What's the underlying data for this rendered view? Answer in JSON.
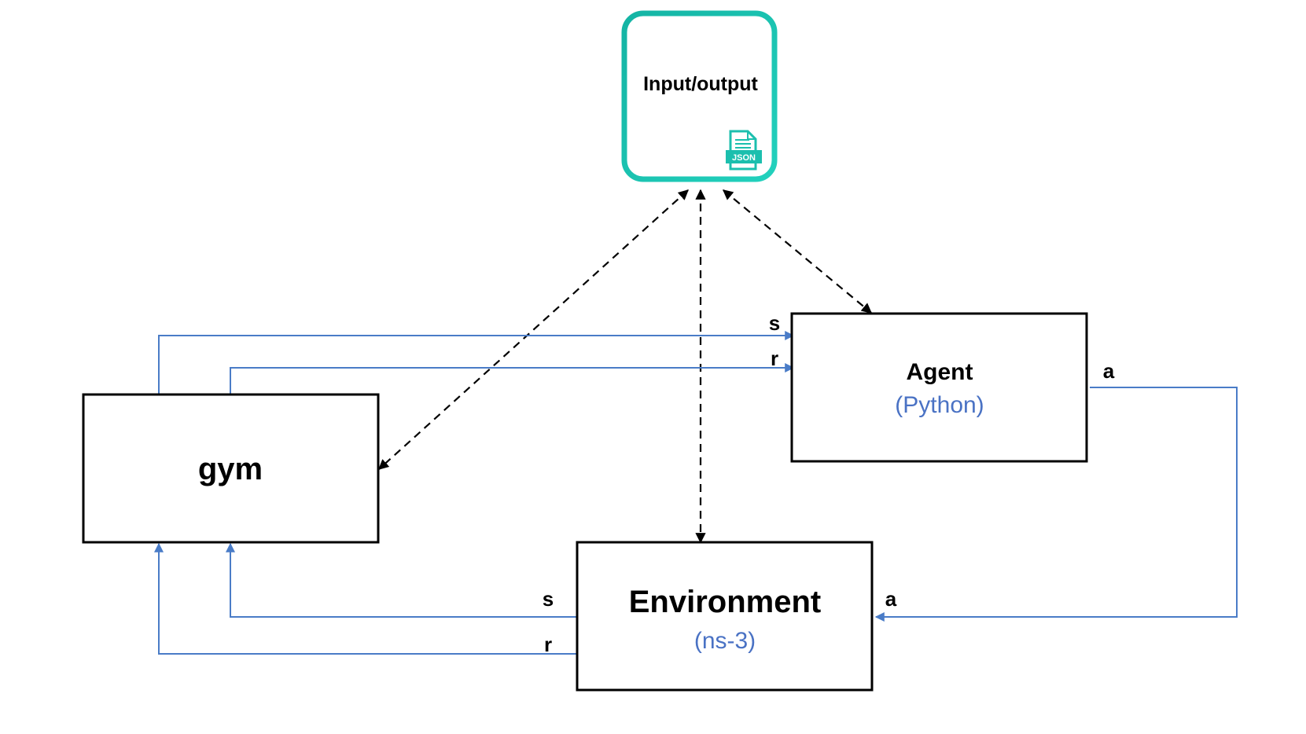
{
  "nodes": {
    "io": {
      "label": "Input/output",
      "icon": "json-file-icon",
      "icon_label": "JSON"
    },
    "gym": {
      "label": "gym"
    },
    "agent": {
      "label": "Agent",
      "sublabel": "(Python)"
    },
    "environment": {
      "label": "Environment",
      "sublabel": "(ns-3)"
    }
  },
  "edges": {
    "gym_to_agent_s": {
      "label": "s"
    },
    "gym_to_agent_r": {
      "label": "r"
    },
    "agent_out_a": {
      "label": "a"
    },
    "env_in_a": {
      "label": "a"
    },
    "env_to_gym_s": {
      "label": "s"
    },
    "env_to_gym_r": {
      "label": "r"
    }
  },
  "colors": {
    "teal_border": "#1cbfae",
    "flow_blue": "#4a7cc7",
    "sublabel_blue": "#4a72c4",
    "box_border": "#000000",
    "dashed": "#000000"
  }
}
